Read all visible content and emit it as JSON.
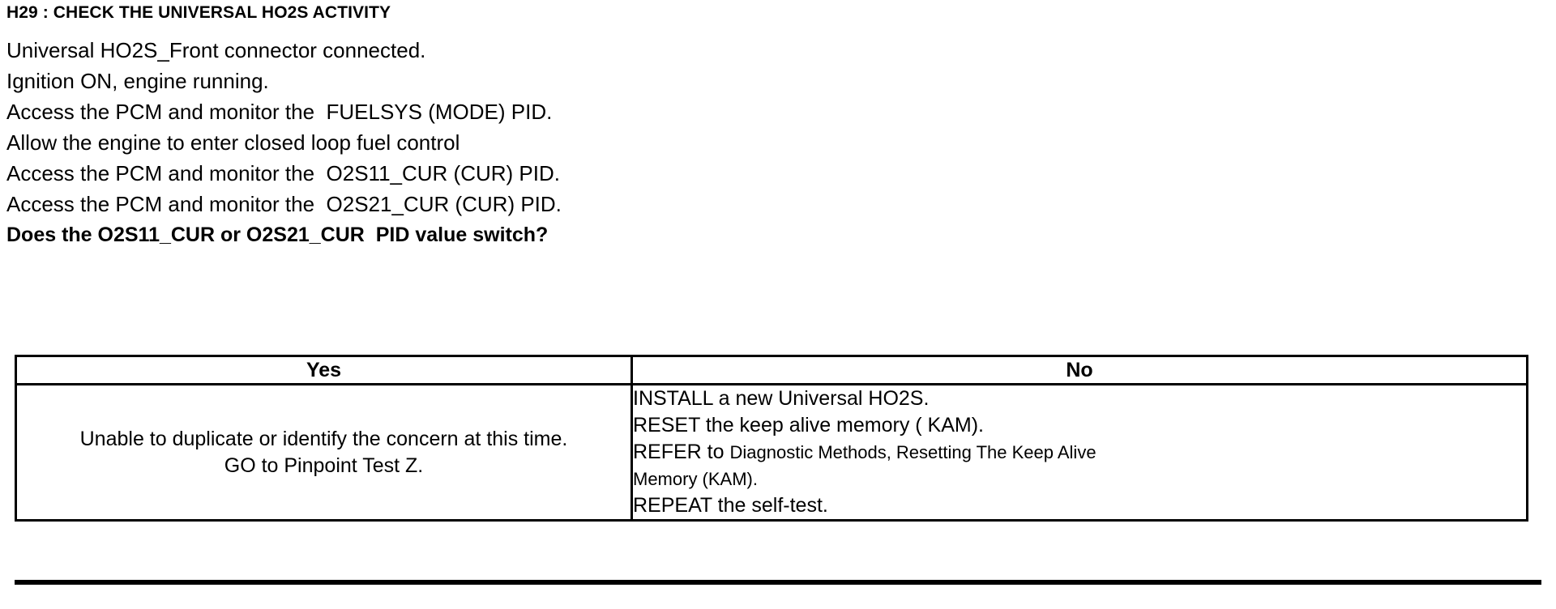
{
  "document": {
    "title": "H29 : CHECK THE UNIVERSAL HO2S ACTIVITY",
    "steps": [
      "Universal HO2S_Front connector connected.",
      "Ignition ON, engine running.",
      "Access the PCM and monitor the  FUELSYS (MODE) PID.",
      "Allow the engine to enter closed loop fuel control",
      "Access the PCM and monitor the  O2S11_CUR (CUR) PID.",
      "Access the PCM and monitor the  O2S21_CUR (CUR) PID."
    ],
    "question": "Does the O2S11_CUR or O2S21_CUR  PID value switch?"
  },
  "decision_table": {
    "headers": {
      "yes": "Yes",
      "no": "No"
    },
    "yes_cell": {
      "lines": [
        "Unable to duplicate or identify the concern at this time.",
        "GO to Pinpoint Test Z."
      ]
    },
    "no_cell": {
      "lines": [
        "INSTALL a new Universal HO2S.",
        "RESET the keep alive memory ( KAM)."
      ],
      "refer_prefix": "REFER to ",
      "refer_target_line1": "Diagnostic Methods, Resetting The Keep Alive",
      "refer_target_line2": "Memory (KAM).",
      "last_line": "REPEAT the self-test."
    }
  },
  "colors": {
    "ink": "#000000",
    "paper": "#ffffff"
  }
}
